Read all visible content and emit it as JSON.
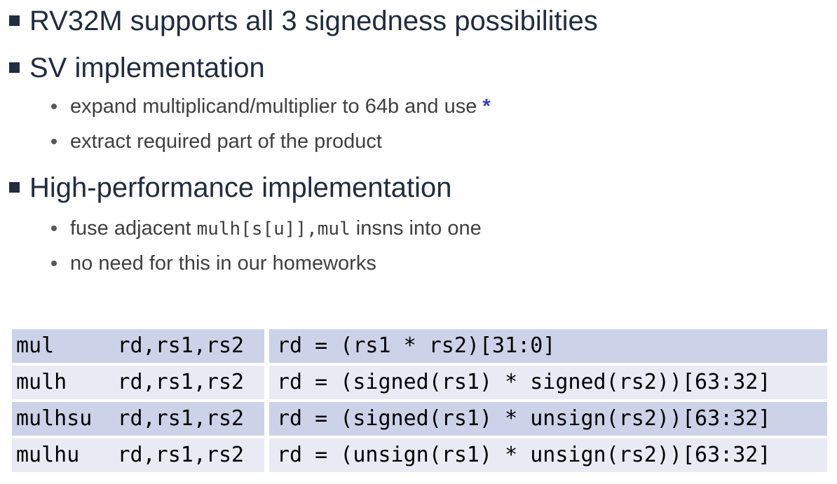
{
  "slide": {
    "bullets": [
      {
        "label": "RV32M supports all 3 signedness possibilities",
        "children": []
      },
      {
        "label": "SV implementation",
        "children": [
          {
            "text": "expand multiplicand/multiplier to 64b and use ",
            "star": "*"
          },
          {
            "text": "extract required part of the product"
          }
        ]
      },
      {
        "label": "High-performance implementation",
        "children": [
          {
            "text": "fuse adjacent ",
            "code": "mulh[s[u]],mul",
            "text_after": " insns into one"
          },
          {
            "text": "no need for this in our homeworks"
          }
        ]
      }
    ]
  },
  "instruction_table": {
    "rows": [
      {
        "mnemonic": "mul",
        "operands": "rd,rs1,rs2",
        "semantics": "rd = (rs1 * rs2)[31:0]"
      },
      {
        "mnemonic": "mulh",
        "operands": "rd,rs1,rs2",
        "semantics": "rd = (signed(rs1) * signed(rs2))[63:32]"
      },
      {
        "mnemonic": "mulhsu",
        "operands": "rd,rs1,rs2",
        "semantics": "rd = (signed(rs1) * unsign(rs2))[63:32]"
      },
      {
        "mnemonic": "mulhu",
        "operands": "rd,rs1,rs2",
        "semantics": "rd = (unsign(rs1) * unsign(rs2))[63:32]"
      }
    ]
  },
  "colors": {
    "background": "#ffffff",
    "level1_text": "#212c40",
    "level2_text": "#3f3f3f",
    "bullet_navy": "#212c40",
    "dot_gray": "#595959",
    "link_blue": "#3b3bd1",
    "row_shade_a": "#ccd3e8",
    "row_shade_b": "#e9eaf4",
    "table_text": "#000000"
  }
}
